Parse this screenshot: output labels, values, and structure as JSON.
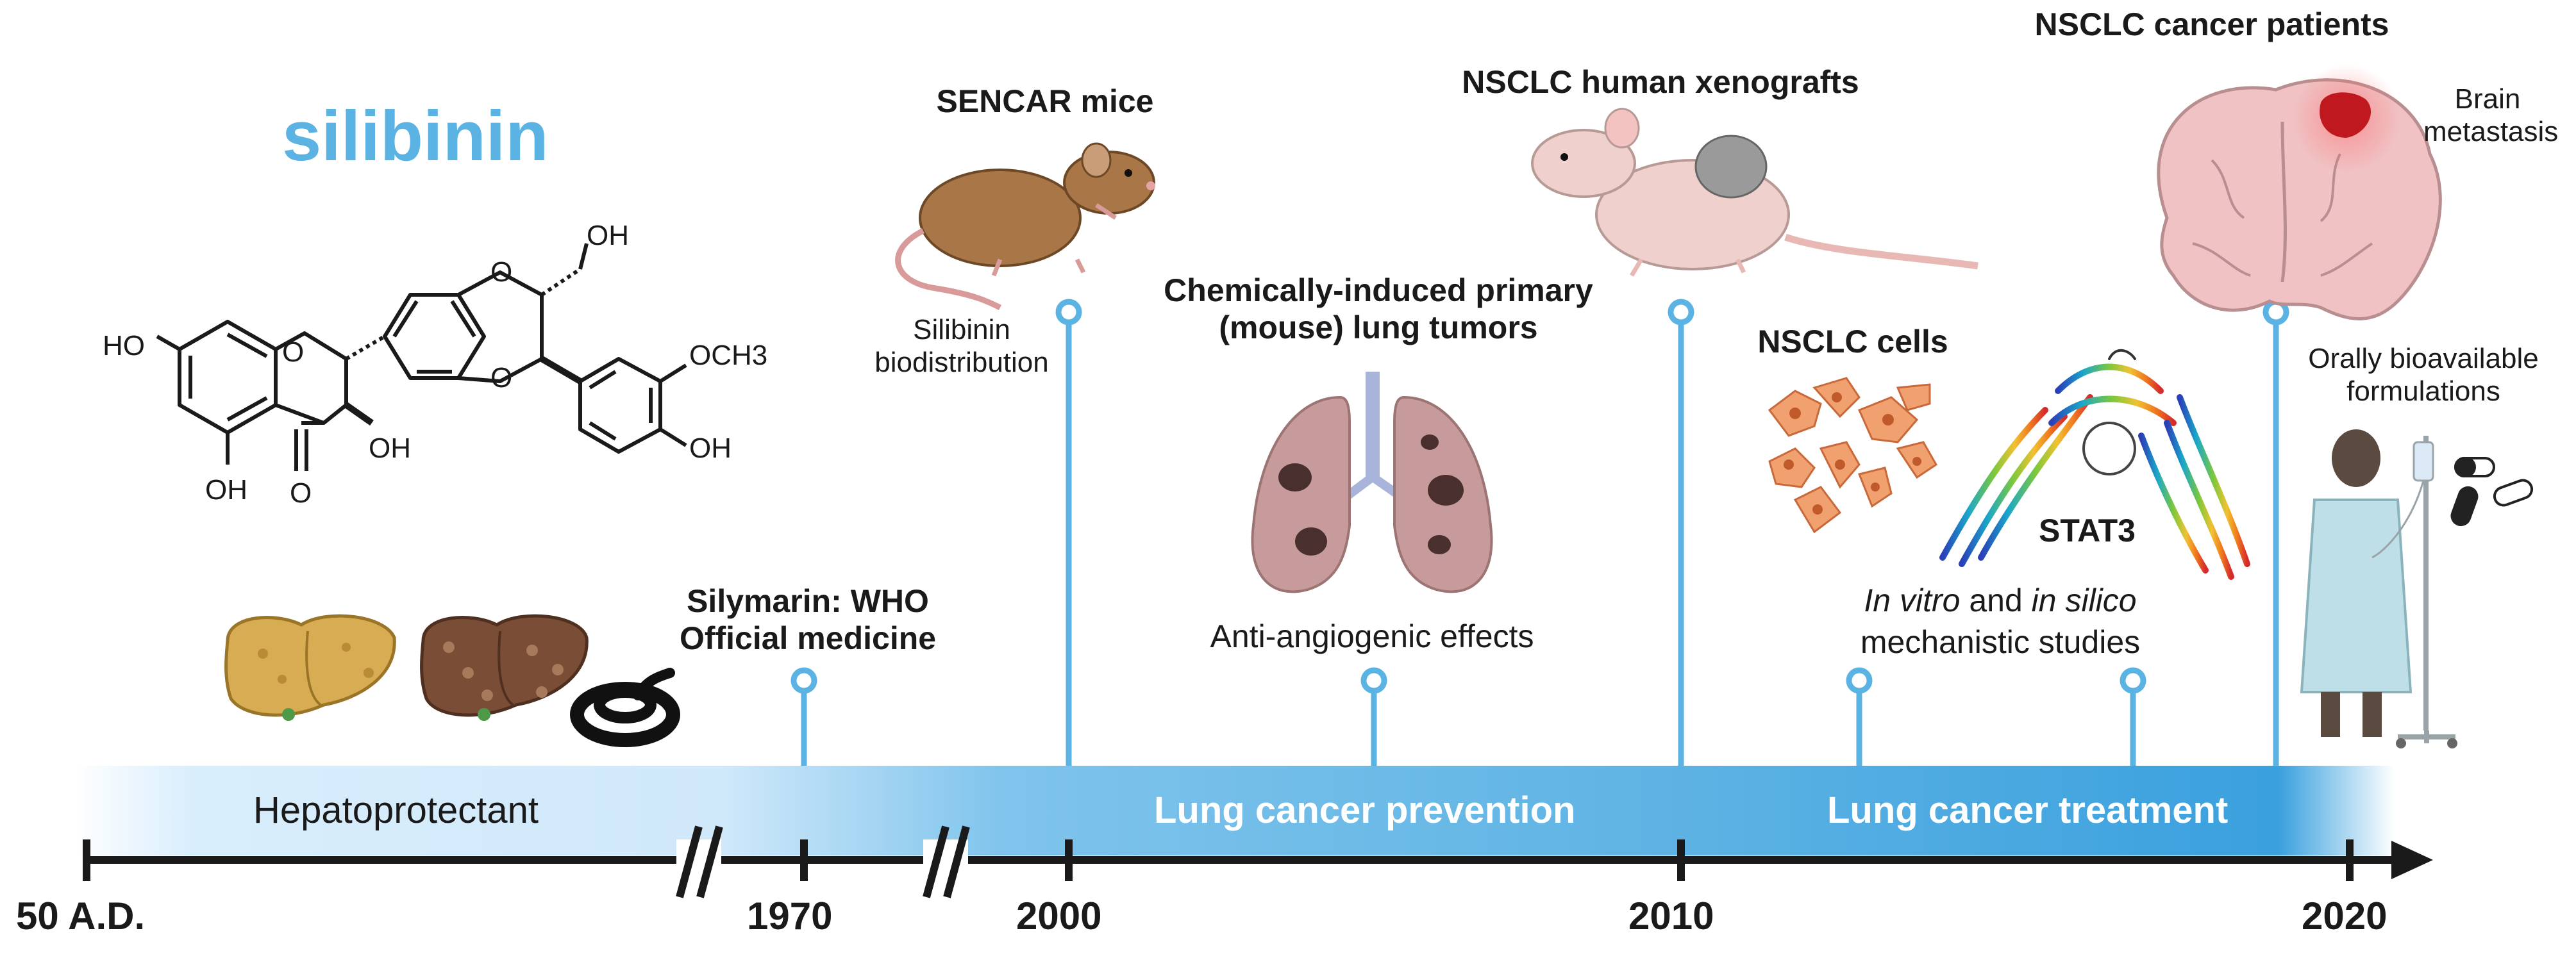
{
  "compound": {
    "name": "silibinin",
    "groups": [
      "OH",
      "HO",
      "OCH3",
      "OH",
      "OH",
      "O",
      "O",
      "O",
      "O",
      "OH"
    ]
  },
  "timeline": {
    "years": [
      "50 A.D.",
      "1970",
      "2000",
      "2010",
      "2020"
    ],
    "phases": [
      "Hepatoprotectant",
      "Lung cancer prevention",
      "Lung cancer treatment"
    ]
  },
  "milestones": {
    "silymarin": "Silymarin: WHO\nOfficial medicine",
    "sencar_title": "SENCAR mice",
    "sencar_note": "Silibinin\nbiodistribution",
    "chem_title": "Chemically-induced primary\n(mouse) lung tumors",
    "chem_note": "Anti-angiogenic effects",
    "xeno_title": "NSCLC human xenografts",
    "cells_title": "NSCLC cells",
    "stat3": "STAT3",
    "mech_prefix1": "In vitro",
    "mech_and": " and ",
    "mech_prefix2": "in silico",
    "mech_line2": "mechanistic studies",
    "patients_title": "NSCLC cancer patients",
    "brain_note": "Brain\nmetastasis",
    "oral_note": "Orally bioavailable\nformulations"
  },
  "colors": {
    "brand": "#5ab3e2",
    "stem": "#5ab3e2",
    "axis": "#1a1a1a",
    "band_light": "#dcefff",
    "band_dark": "#3a9ede"
  }
}
